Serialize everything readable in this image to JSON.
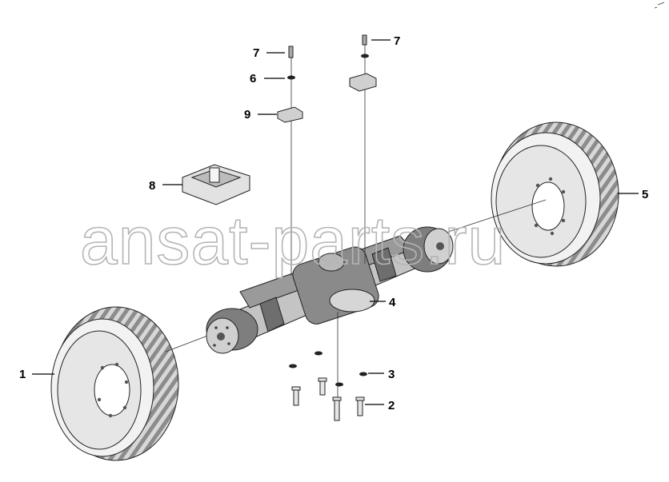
{
  "watermark": "ansat-parts.ru",
  "callouts": [
    {
      "id": "1",
      "label": "1"
    },
    {
      "id": "2",
      "label": "2"
    },
    {
      "id": "3",
      "label": "3"
    },
    {
      "id": "4",
      "label": "4"
    },
    {
      "id": "5",
      "label": "5"
    },
    {
      "id": "6",
      "label": "6"
    },
    {
      "id": "7a",
      "label": "7"
    },
    {
      "id": "7b",
      "label": "7"
    },
    {
      "id": "8",
      "label": "8"
    },
    {
      "id": "9",
      "label": "9"
    }
  ],
  "colors": {
    "line": "#000000",
    "part_fill": "#cfcfcf",
    "part_dark": "#6e6e6e",
    "watermark": "#b5b5b5"
  }
}
